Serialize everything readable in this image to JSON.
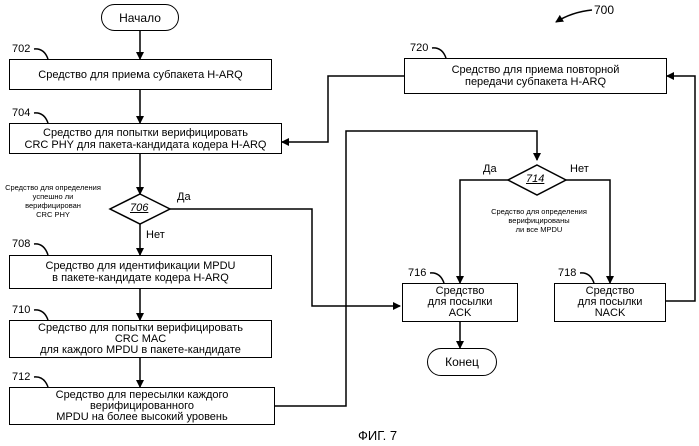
{
  "figure_ref": "700",
  "figure_caption": "ФИГ. 7",
  "start": "Начало",
  "end": "Конец",
  "boxes": {
    "b702": {
      "ref": "702",
      "lines": [
        "Средство для приема субпакета H-ARQ"
      ]
    },
    "b704": {
      "ref": "704",
      "lines": [
        "Средство для попытки верифицировать",
        "CRC PHY для пакета-кандидата кодера H-ARQ"
      ]
    },
    "b708": {
      "ref": "708",
      "lines": [
        "Средство для идентификации MPDU",
        "в пакете-кандидате кодера H-ARQ"
      ]
    },
    "b710": {
      "ref": "710",
      "lines": [
        "Средство для попытки верифицировать",
        "CRC MAC",
        "для каждого MPDU в пакете-кандидате"
      ]
    },
    "b712": {
      "ref": "712",
      "lines": [
        "Средство для пересылки каждого",
        "верифицированного",
        "MPDU на более высокий уровень"
      ]
    },
    "b720": {
      "ref": "720",
      "lines": [
        "Средство для приема повторной",
        "передачи субпакета H-ARQ"
      ]
    },
    "b716": {
      "ref": "716",
      "lines": [
        "Средство",
        "для посылки",
        "ACK"
      ]
    },
    "b718": {
      "ref": "718",
      "lines": [
        "Средство",
        "для посылки",
        "NACK"
      ]
    }
  },
  "decisions": {
    "d706": {
      "label": "706",
      "yes": "Да",
      "no": "Нет",
      "note": [
        "Средство для определения",
        "успешно ли",
        "верифицирован",
        "CRC PHY"
      ]
    },
    "d714": {
      "label": "714",
      "yes": "Да",
      "no": "Нет",
      "note": [
        "Средство для определения",
        "верифицированы",
        "ли все MPDU"
      ]
    }
  }
}
